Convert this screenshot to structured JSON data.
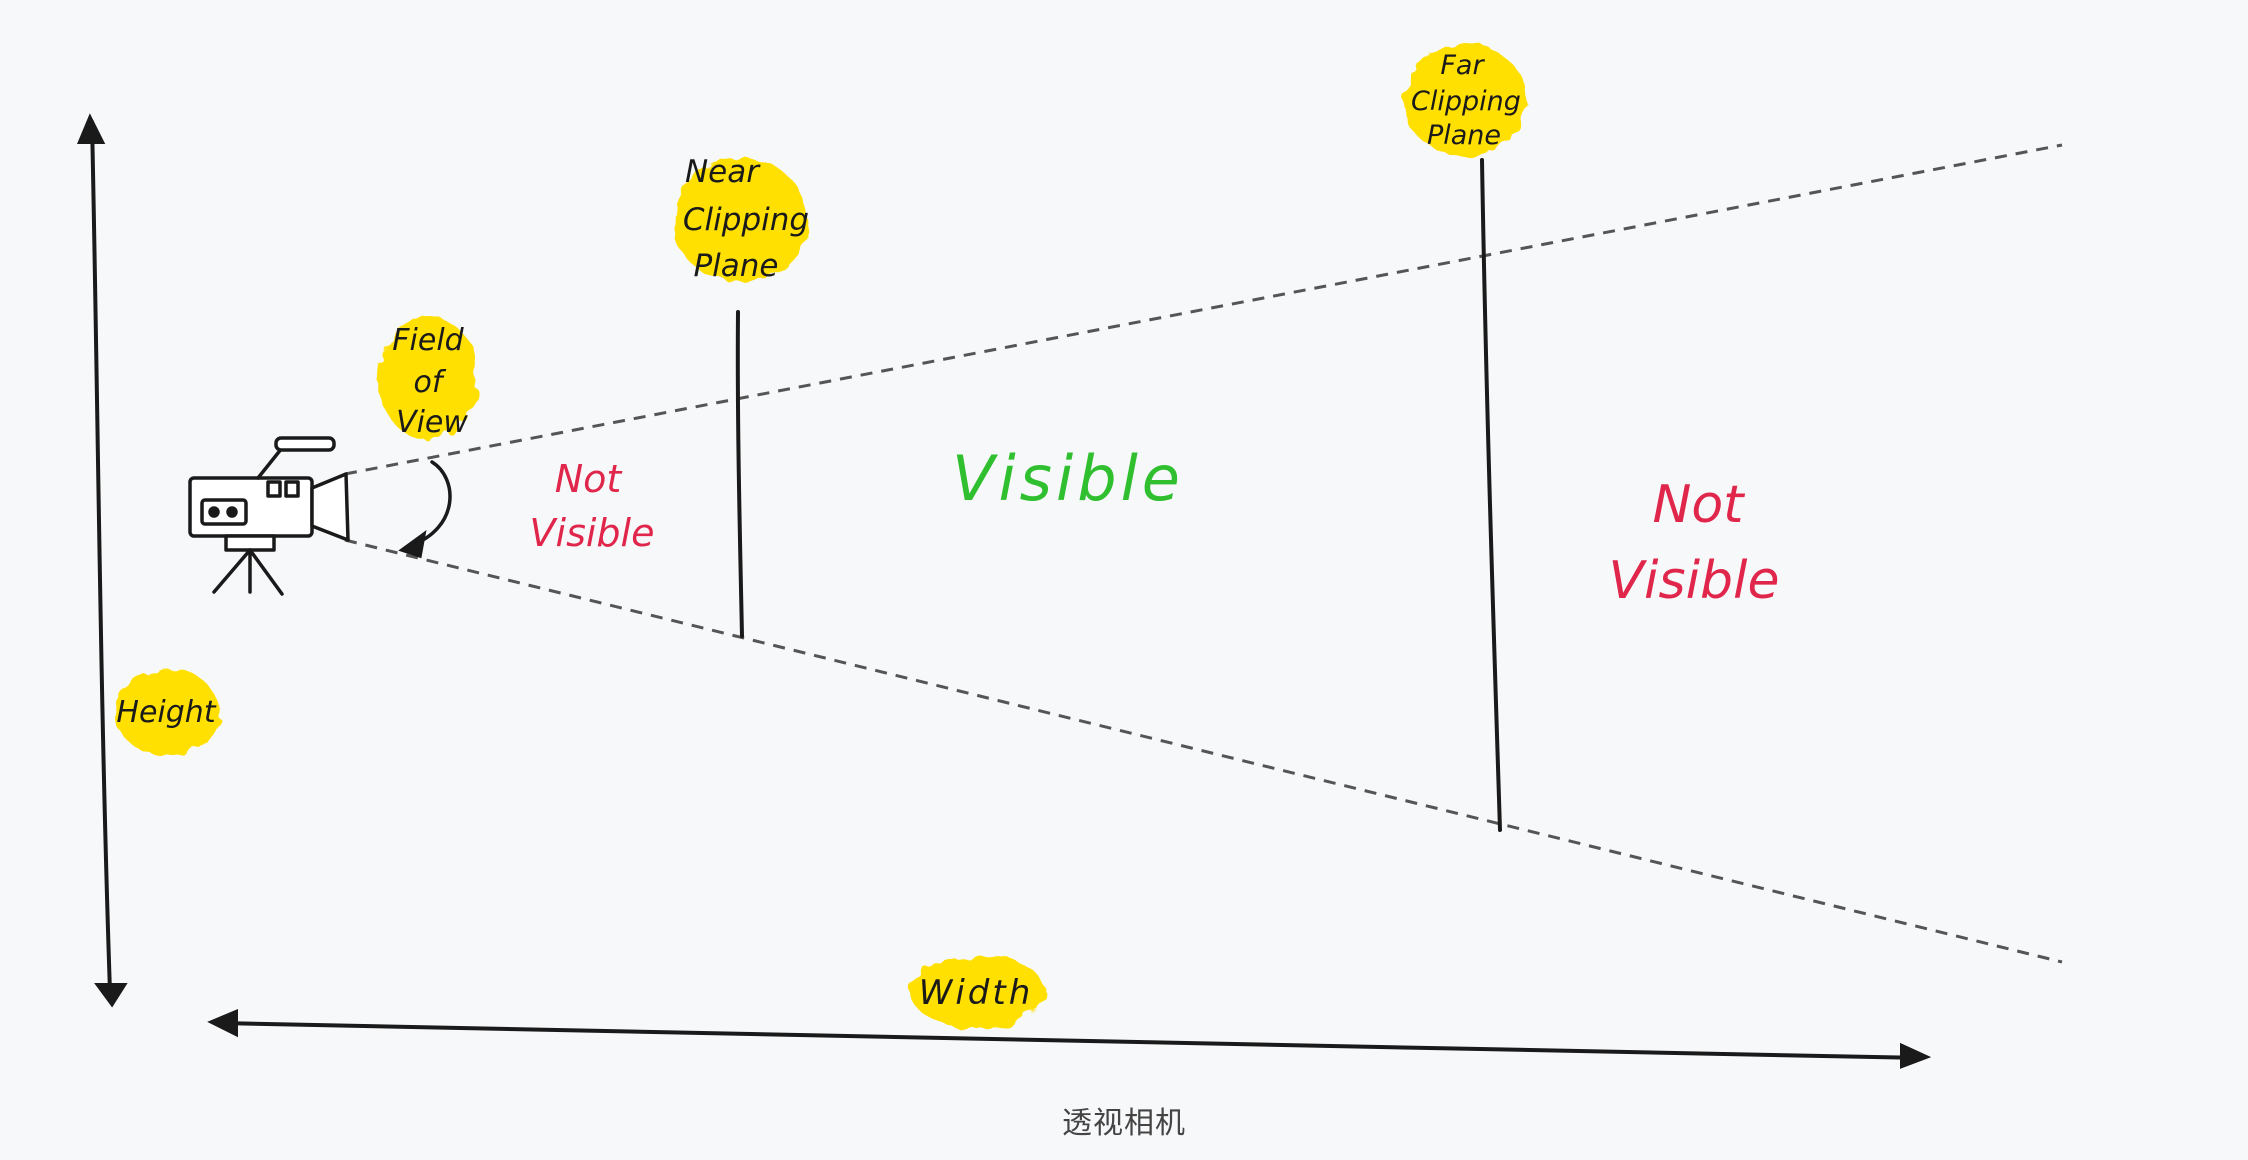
{
  "labels": {
    "far_plane": [
      "Far",
      "Clipping",
      "Plane"
    ],
    "near_plane": [
      "Near",
      "Clipping",
      "Plane"
    ],
    "fov": [
      "Field",
      "of",
      "View"
    ],
    "not_visible_left": [
      "Not",
      "Visible"
    ],
    "visible": "Visible",
    "not_visible_right": [
      "Not",
      "Visible"
    ],
    "height": "Height",
    "width": "Width"
  },
  "caption": "透视相机",
  "colors": {
    "background": "#f7f8fa",
    "ink": "#1a1a1a",
    "highlight": "#ffe000",
    "visible": "#2fbf2f",
    "not_visible": "#e0264a"
  }
}
